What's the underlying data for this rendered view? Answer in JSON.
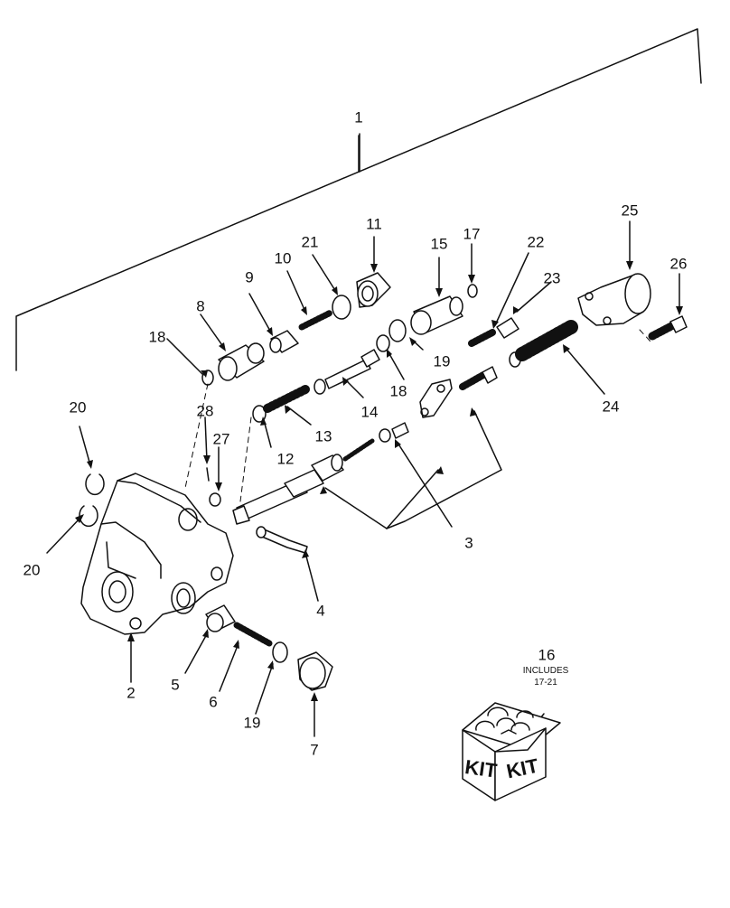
{
  "diagram": {
    "part_labels": [
      "1",
      "2",
      "3",
      "4",
      "5",
      "6",
      "7",
      "8",
      "9",
      "10",
      "11",
      "12",
      "13",
      "14",
      "15",
      "17",
      "18",
      "18",
      "19",
      "19",
      "20",
      "20",
      "21",
      "22",
      "23",
      "24",
      "25",
      "26",
      "27",
      "28"
    ],
    "kit": {
      "number": "16",
      "includes_line": "INCLUDES",
      "range_line": "17-21",
      "box_text": "KIT"
    }
  }
}
